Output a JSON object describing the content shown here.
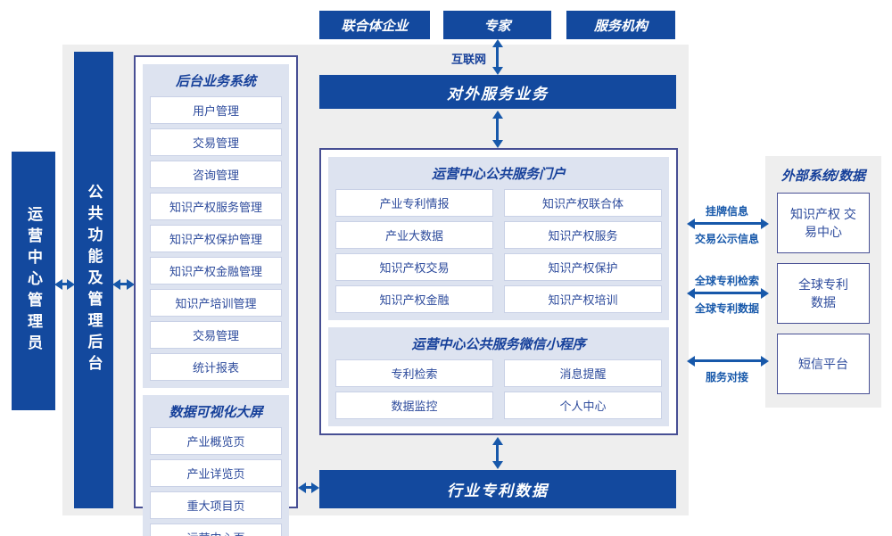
{
  "palette": {
    "navy": "#13499e",
    "lavender": "#dde3f0",
    "panel_gray": "#eeeeee",
    "border_indigo": "#474f94",
    "item_text": "#2d4b9c",
    "arrow_blue": "#1758aa"
  },
  "top_actors": [
    "联合体企业",
    "专家",
    "服务机构"
  ],
  "internet_label": "互联网",
  "external_service_bar": "对外服务业务",
  "admin_bar": "运营中心管理员",
  "backend_bar": "公共功能及管理后台",
  "back_office": {
    "title": "后台业务系统",
    "items": [
      "用户管理",
      "交易管理",
      "咨询管理",
      "知识产权服务管理",
      "知识产权保护管理",
      "知识产权金融管理",
      "知识产培训管理",
      "交易管理",
      "统计报表"
    ]
  },
  "dataviz": {
    "title": "数据可视化大屏",
    "items": [
      "产业概览页",
      "产业详览页",
      "重大项目页",
      "运营中心页"
    ]
  },
  "portal": {
    "title": "运营中心公共服务门户",
    "items": [
      "产业专利情报",
      "知识产权联合体",
      "产业大数据",
      "知识产权服务",
      "知识产权交易",
      "知识产权保护",
      "知识产权金融",
      "知识产权培训"
    ]
  },
  "miniprogram": {
    "title": "运营中心公共服务微信小程序",
    "items": [
      "专利检索",
      "消息提醒",
      "数据监控",
      "个人中心"
    ]
  },
  "industry_data_bar": "行业专利数据",
  "external_panel": {
    "title": "外部系统/数据",
    "systems": [
      "知识产权 交易中心",
      "全球专利 数据",
      "短信平台"
    ],
    "links": [
      {
        "top": "挂牌信息",
        "bottom": "交易公示信息"
      },
      {
        "top": "全球专利检索",
        "bottom": "全球专利数据"
      },
      {
        "top": "",
        "bottom": "服务对接"
      }
    ]
  }
}
